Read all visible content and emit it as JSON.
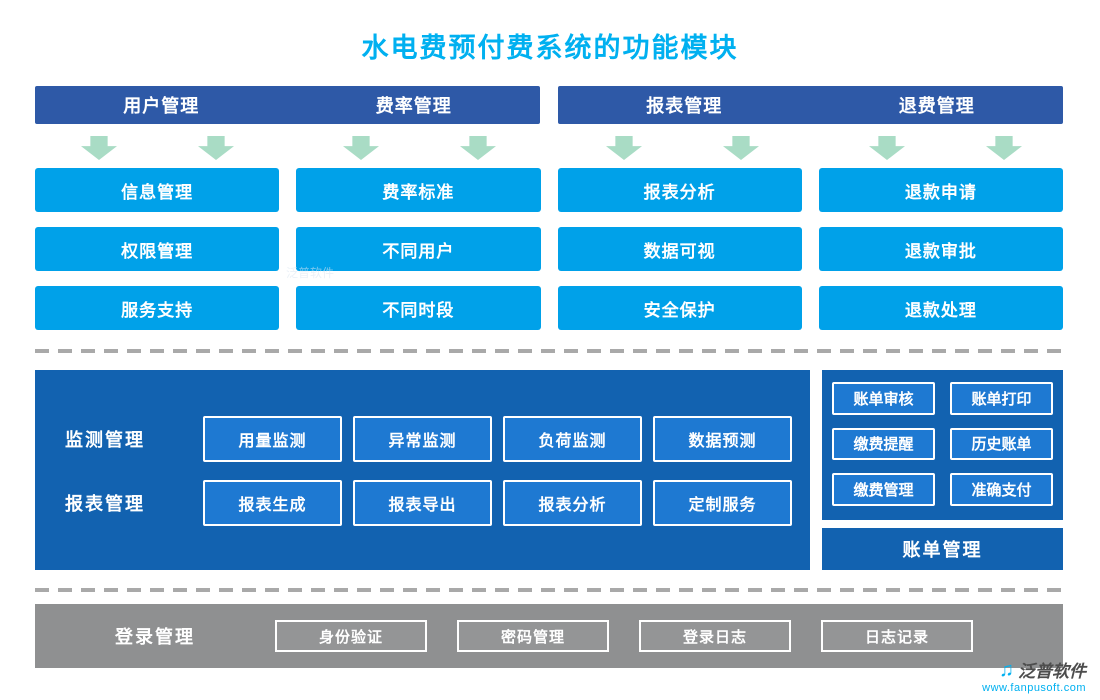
{
  "title": "水电费预付费系统的功能模块",
  "colors": {
    "title": "#00b0f0",
    "header_bar": "#2e59a7",
    "item_button": "#00a1e9",
    "panel": "#1262b0",
    "panel_button": "#1e79d2",
    "arrow": "#a9dcc5",
    "bottom_bar": "#8f9091"
  },
  "top": {
    "headers": [
      "用户管理",
      "费率管理",
      "报表管理",
      "退费管理"
    ],
    "columns": [
      {
        "items": [
          "信息管理",
          "权限管理",
          "服务支持"
        ]
      },
      {
        "items": [
          "费率标准",
          "不同用户",
          "不同时段"
        ]
      },
      {
        "items": [
          "报表分析",
          "数据可视",
          "安全保护"
        ]
      },
      {
        "items": [
          "退款申请",
          "退款审批",
          "退款处理"
        ]
      }
    ]
  },
  "middle": {
    "left_rows": [
      {
        "label": "监测管理",
        "items": [
          "用量监测",
          "异常监测",
          "负荷监测",
          "数据预测"
        ]
      },
      {
        "label": "报表管理",
        "items": [
          "报表生成",
          "报表导出",
          "报表分析",
          "定制服务"
        ]
      }
    ],
    "right_items": [
      "账单审核",
      "账单打印",
      "缴费提醒",
      "历史账单",
      "缴费管理",
      "准确支付"
    ],
    "right_footer": "账单管理"
  },
  "bottom": {
    "label": "登录管理",
    "items": [
      "身份验证",
      "密码管理",
      "登录日志",
      "日志记录"
    ]
  },
  "watermark": {
    "text": "泛普软件"
  },
  "brand": {
    "name": "泛普软件",
    "url": "www.fanpusoft.com"
  }
}
